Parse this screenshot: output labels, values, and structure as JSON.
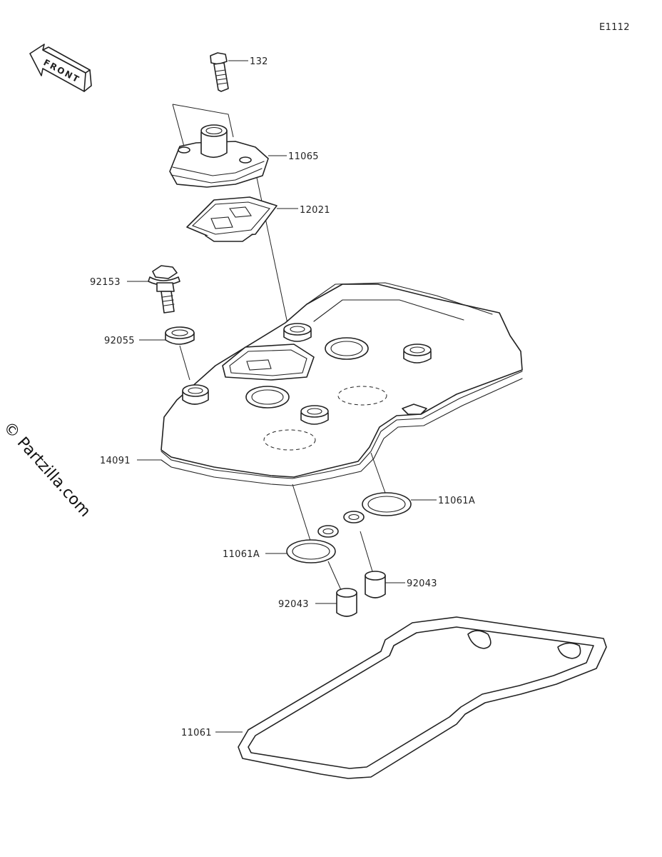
{
  "diagram_code": "E1112",
  "front_label": "FRONT",
  "watermark": "© Partzilla.com",
  "parts": {
    "bolt_132": "132",
    "breather_cover": "11065",
    "breather_plate": "12021",
    "cover_bolt": "92153",
    "bolt_grommet": "92055",
    "head_cover": "14091",
    "plug_gasket_right": "11061A",
    "plug_gasket_left": "11061A",
    "collar_right": "92043",
    "collar_left": "92043",
    "cover_gasket": "11061"
  }
}
